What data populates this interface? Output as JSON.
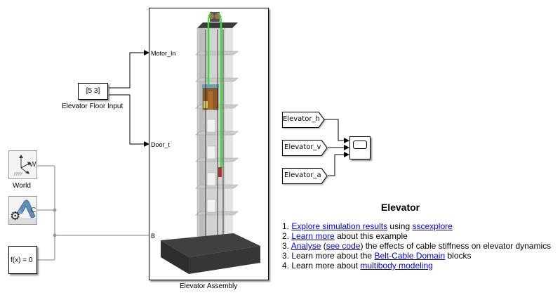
{
  "blocks": {
    "floor_input": {
      "value": "[5 3]",
      "label": "Elevator Floor Input"
    },
    "world": {
      "label": "World",
      "port": "W"
    },
    "mech_config": {
      "port": "C"
    },
    "solver": {
      "value": "f(x) = 0"
    },
    "assembly": {
      "label": "Elevator Assembly",
      "ports": {
        "motor_in": "Motor_In",
        "door_t": "Door_t",
        "b": "B"
      }
    },
    "gotos": [
      "Elevator_h",
      "Elevator_v",
      "Elevator_a"
    ]
  },
  "annotation": {
    "title": "Elevator",
    "lines": [
      {
        "num": "1.",
        "parts": [
          {
            "text": "Explore simulation results",
            "link": true
          },
          {
            "text": " using ",
            "link": false
          },
          {
            "text": "sscexplore",
            "link": true
          }
        ]
      },
      {
        "num": "2.",
        "parts": [
          {
            "text": "Learn more",
            "link": true
          },
          {
            "text": " about this example",
            "link": false
          }
        ]
      },
      {
        "num": "3.",
        "parts": [
          {
            "text": "Analyse",
            "link": true
          },
          {
            "text": " (",
            "link": false
          },
          {
            "text": "see code",
            "link": true
          },
          {
            "text": ") the effects of cable stiffness on elevator dynamics",
            "link": false
          }
        ]
      },
      {
        "num": "3.",
        "parts": [
          {
            "text": "Learn more about the ",
            "link": false
          },
          {
            "text": "Belt-Cable Domain",
            "link": true
          },
          {
            "text": " blocks",
            "link": false
          }
        ]
      },
      {
        "num": "4.",
        "parts": [
          {
            "text": "Learn more about ",
            "link": false
          },
          {
            "text": "multibody modeling",
            "link": true
          }
        ]
      }
    ]
  },
  "colors": {
    "link": "#0000ee",
    "cable": "#33dd33",
    "connection": "#9a9a9a"
  }
}
